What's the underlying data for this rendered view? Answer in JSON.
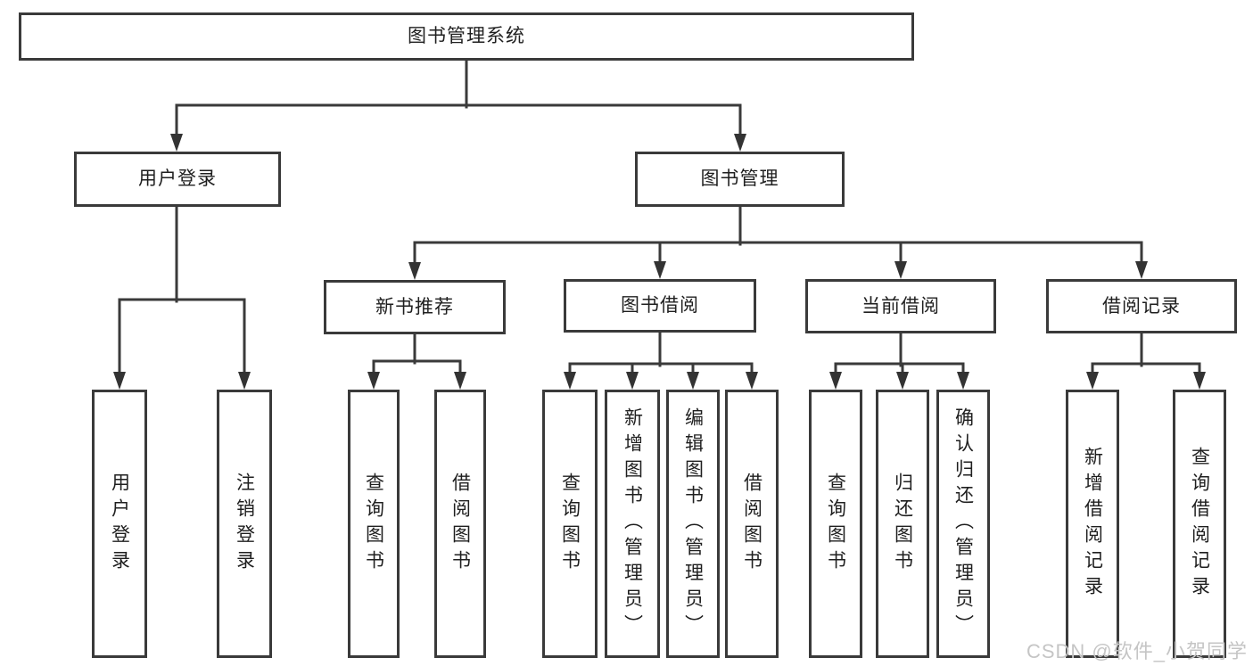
{
  "title": "图书管理系统",
  "colors": {
    "line": "#3a3a3a",
    "box_border": "#3a3a3a",
    "text": "#1f1f1f",
    "watermark": "#c5c5c5",
    "background": "#ffffff"
  },
  "tree": {
    "root": {
      "label": "图书管理系统"
    },
    "branches": [
      {
        "label": "用户登录",
        "children": [
          {
            "label": "用户登录"
          },
          {
            "label": "注销登录"
          }
        ]
      },
      {
        "label": "图书管理",
        "children": [
          {
            "label": "新书推荐",
            "children": [
              {
                "label": "查询图书"
              },
              {
                "label": "借阅图书"
              }
            ]
          },
          {
            "label": "图书借阅",
            "children": [
              {
                "label": "查询图书"
              },
              {
                "label": "新增图书（管理员）"
              },
              {
                "label": "编辑图书（管理员）"
              },
              {
                "label": "借阅图书"
              }
            ]
          },
          {
            "label": "当前借阅",
            "children": [
              {
                "label": "查询图书"
              },
              {
                "label": "归还图书"
              },
              {
                "label": "确认归还（管理员）"
              }
            ]
          },
          {
            "label": "借阅记录",
            "children": [
              {
                "label": "新增借阅记录"
              },
              {
                "label": "查询借阅记录"
              }
            ]
          }
        ]
      }
    ]
  },
  "watermark": "CSDN @软件_小贺同学"
}
